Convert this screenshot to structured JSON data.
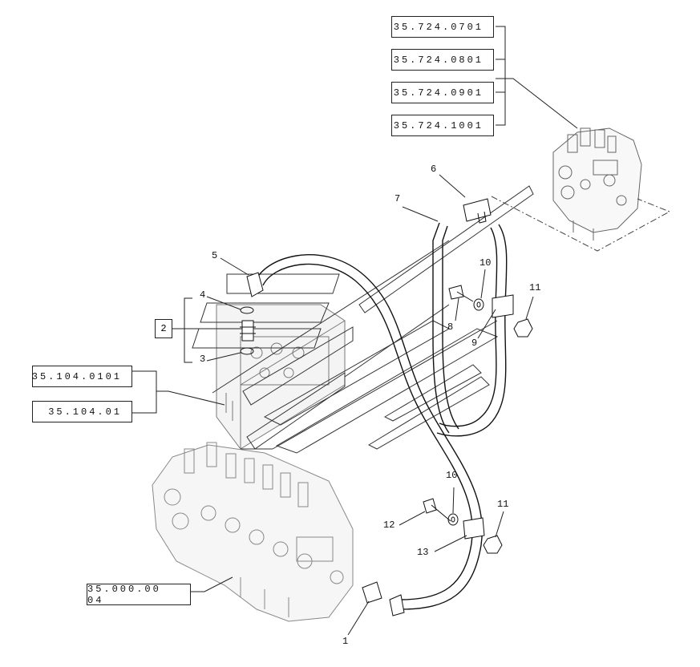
{
  "references": {
    "ref_1": "35.724.0701",
    "ref_2": "35.724.0801",
    "ref_3": "35.724.0901",
    "ref_4": "35.724.1001",
    "ref_5": "35.104.0101",
    "ref_6": "35.104.01",
    "ref_7": "35.000.00 04"
  },
  "callouts": {
    "p1": "1",
    "p2": "2",
    "p3": "3",
    "p4": "4",
    "p5": "5",
    "p6": "6",
    "p7": "7",
    "p8": "8",
    "p9": "9",
    "p10a": "10",
    "p10b": "10",
    "p11a": "11",
    "p11b": "11",
    "p12": "12",
    "p13": "13"
  }
}
